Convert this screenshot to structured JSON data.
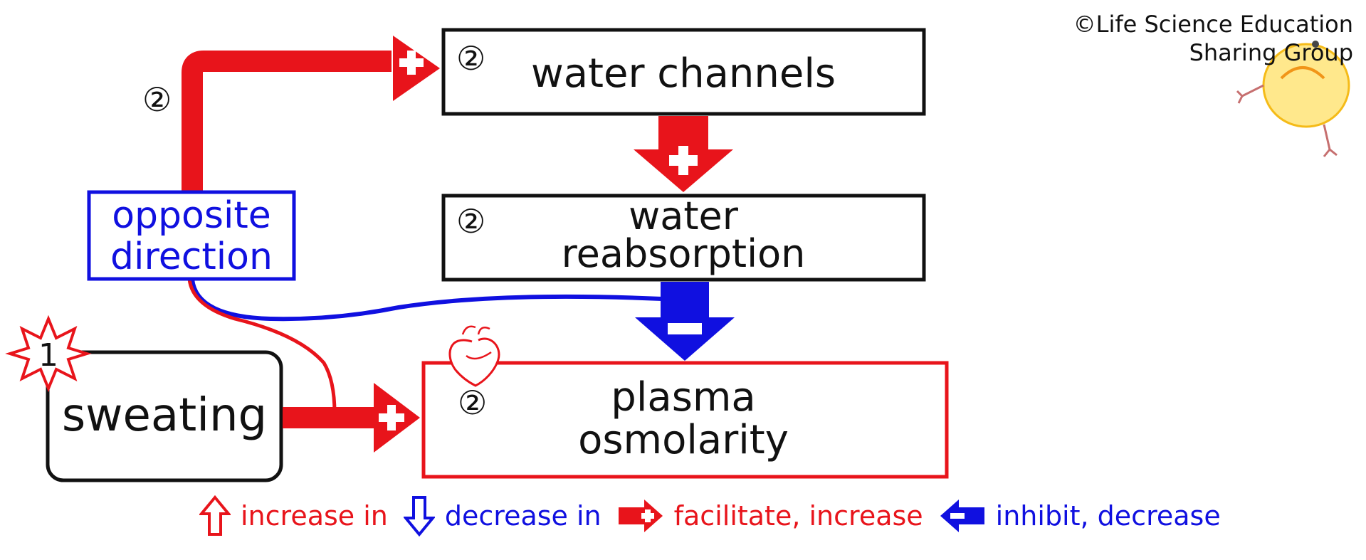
{
  "credit": {
    "line1": "©Life Science Education",
    "line2": "Sharing Group"
  },
  "nodes": {
    "water_channels": {
      "label": "water channels",
      "marker": "②"
    },
    "water_reabsorption": {
      "line1": "water",
      "line2": "reabsorption",
      "marker": "②"
    },
    "plasma_osmolarity": {
      "line1": "plasma",
      "line2": "osmolarity",
      "marker": "②"
    },
    "sweating": {
      "label": "sweating",
      "marker": "1"
    },
    "opposite_direction": {
      "line1": "opposite",
      "line2": "direction"
    }
  },
  "edge_markers": {
    "feedback_path": "②"
  },
  "legend": {
    "increase": "increase in",
    "decrease": "decrease in",
    "facilitate": "facilitate, increase",
    "inhibit": "inhibit, decrease"
  },
  "colors": {
    "red": "#e8141b",
    "blue": "#1010e0",
    "black": "#111111",
    "white": "#ffffff"
  },
  "icons": [
    "heart-icon",
    "starburst-icon",
    "chick-mascot-icon",
    "plus-icon",
    "minus-icon"
  ]
}
